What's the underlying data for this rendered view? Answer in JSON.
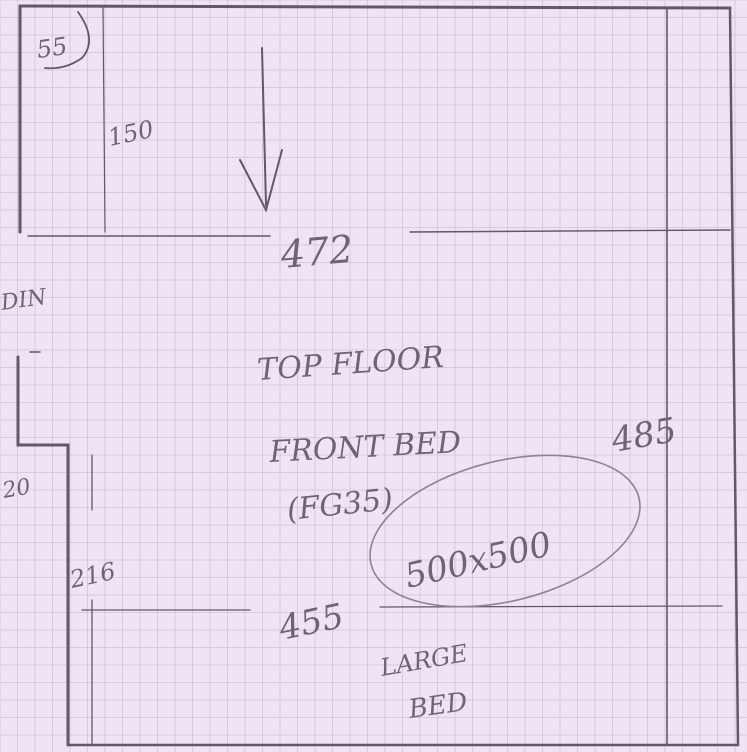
{
  "labels": {
    "corner_dim": "55",
    "left_top_dim": "150",
    "top_width": "472",
    "door_left": "DIN",
    "floor_title": "TOP FLOOR",
    "room_name": "FRONT BED",
    "room_code": "(FG35)",
    "bed_size": "500x500",
    "right_height": "485",
    "left_gap": "20",
    "left_bottom_dim": "216",
    "bottom_width": "455",
    "other_room_line1": "LARGE",
    "other_room_line2": "BED"
  },
  "colors": {
    "paper": "#f1e3f6",
    "grid_line": "#c9bfd8",
    "pencil": "#5f5a64"
  }
}
